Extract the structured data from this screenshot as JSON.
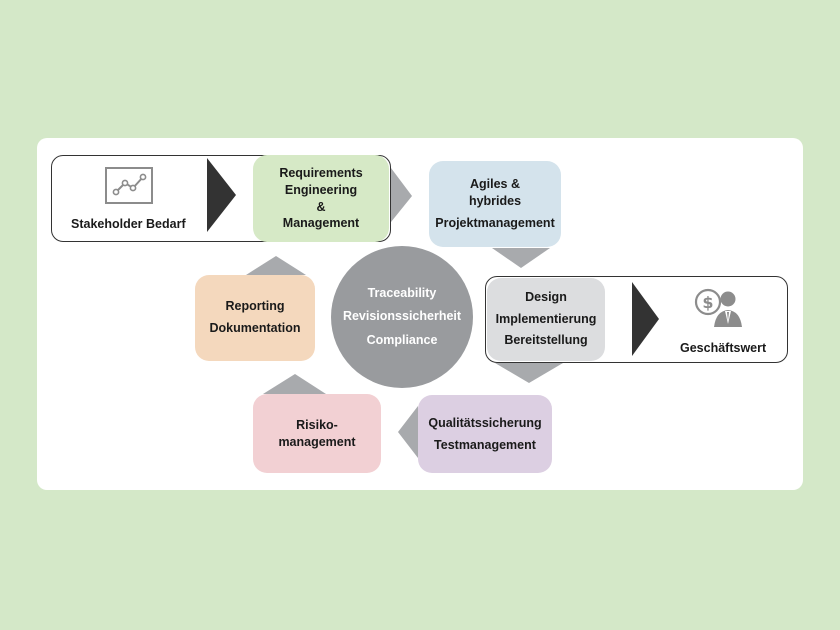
{
  "stakeholder": {
    "label": "Stakeholder Bedarf",
    "icon": "line-chart-icon"
  },
  "business_value": {
    "label": "Geschäftswert",
    "icon": "businessman-dollar-icon"
  },
  "center": {
    "lines": [
      "Traceability",
      "Revisionssicherheit",
      "Compliance"
    ]
  },
  "steps": [
    {
      "lines": [
        "Requirements",
        "Engineering",
        "&",
        "Management"
      ],
      "color": "#d6e9c6"
    },
    {
      "lines": [
        "Agiles &",
        "hybrides",
        "Projektmanagement"
      ],
      "color": "#d4e3ec"
    },
    {
      "lines": [
        "Design",
        "Implementierung",
        "Bereitstellung"
      ],
      "color": "#dcdddf"
    },
    {
      "lines": [
        "Qualitätssicherung",
        "Testmanagement"
      ],
      "color": "#dccfe2"
    },
    {
      "lines": [
        "Risiko-",
        "management"
      ],
      "color": "#f2d0d3"
    },
    {
      "lines": [
        "Reporting",
        "Dokumentation"
      ],
      "color": "#f4d8bd"
    }
  ]
}
